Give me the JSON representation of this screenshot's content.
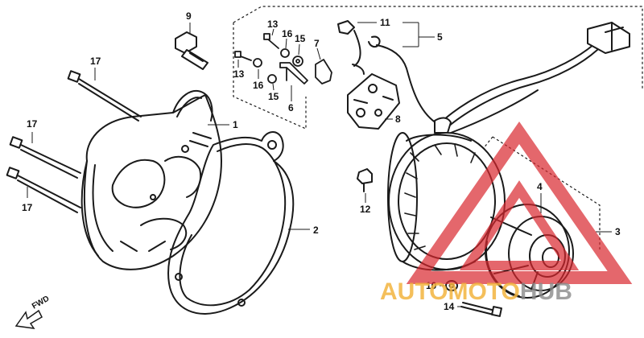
{
  "callouts": [
    {
      "id": "c1",
      "label": "1"
    },
    {
      "id": "c2",
      "label": "2"
    },
    {
      "id": "c3",
      "label": "3"
    },
    {
      "id": "c4",
      "label": "4"
    },
    {
      "id": "c5",
      "label": "5"
    },
    {
      "id": "c6",
      "label": "6"
    },
    {
      "id": "c7",
      "label": "7"
    },
    {
      "id": "c8",
      "label": "8"
    },
    {
      "id": "c9",
      "label": "9"
    },
    {
      "id": "c10",
      "label": "10"
    },
    {
      "id": "c11",
      "label": "11"
    },
    {
      "id": "c12",
      "label": "12"
    },
    {
      "id": "c13a",
      "label": "13"
    },
    {
      "id": "c13b",
      "label": "13"
    },
    {
      "id": "c14",
      "label": "14"
    },
    {
      "id": "c15a",
      "label": "15"
    },
    {
      "id": "c15b",
      "label": "15"
    },
    {
      "id": "c16a",
      "label": "16"
    },
    {
      "id": "c16b",
      "label": "16"
    },
    {
      "id": "c17a",
      "label": "17"
    },
    {
      "id": "c17b",
      "label": "17"
    },
    {
      "id": "c17c",
      "label": "17"
    }
  ],
  "direction_label": "FWD",
  "watermark": {
    "word_part1": "AUTOMOTO",
    "word_part2": "HUB",
    "colors": {
      "gold": "#f3b43f",
      "grey": "#8a8a8a",
      "red": "#d9272e"
    }
  }
}
